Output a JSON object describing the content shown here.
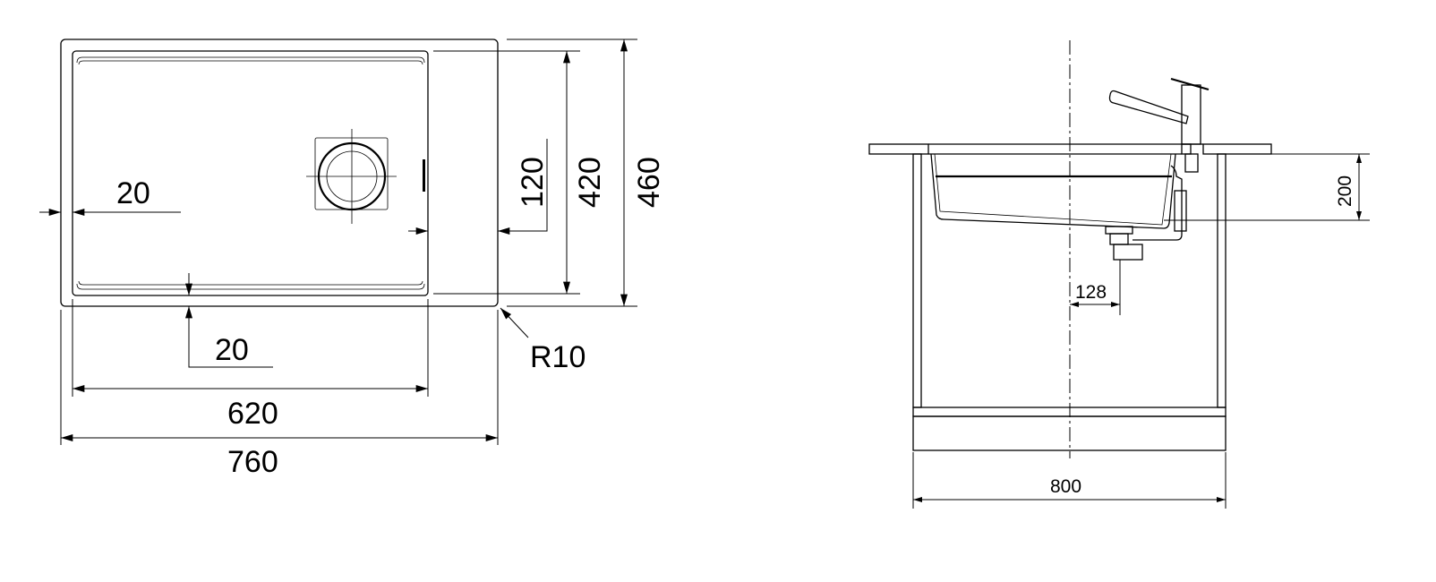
{
  "top_view": {
    "dims": {
      "rim_left": "20",
      "rim_bottom": "20",
      "drain_offset": "120",
      "bowl_depth": "420",
      "overall_depth": "460",
      "corner_radius": "R10",
      "bowl_width": "620",
      "overall_width": "760"
    }
  },
  "side_view": {
    "dims": {
      "installed_depth": "200",
      "drain_offset": "128",
      "cabinet_width": "800"
    }
  }
}
